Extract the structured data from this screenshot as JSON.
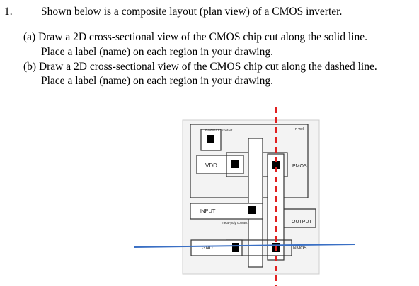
{
  "problem": {
    "number": "1.",
    "intro": "Shown below is a composite layout (plan view) of a CMOS inverter.",
    "part_a_line1": "(a) Draw a 2D cross-sectional view of the CMOS chip cut along the solid line.",
    "part_a_line2": "Place a label (name) on each region in your drawing.",
    "part_b_line1": "(b) Draw a 2D cross-sectional view of the CMOS chip cut along the dashed line.",
    "part_b_line2": "Place a label (name) on each region in your drawing."
  },
  "layout": {
    "labels": {
      "nwell_vdd_contact": "n-well VDD contact",
      "nwell": "n-well",
      "vdd": "VDD",
      "pmos": "PMOS",
      "input": "INPUT",
      "output": "OUTPUT",
      "metal_poly_contact": "metal-poly contact",
      "gnd": "GND",
      "nmos": "NMOS"
    },
    "colors": {
      "solid_cut_line": "#3a6fc4",
      "dashed_cut_line": "#e02020"
    }
  }
}
